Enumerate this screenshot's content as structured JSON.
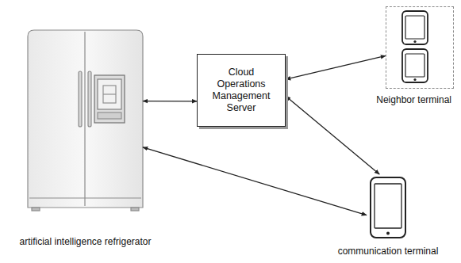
{
  "diagram": {
    "nodes": [
      {
        "text": [
          "artificial intelligence refrigerator"
        ]
      },
      {
        "text": [
          "Cloud Operations Management Server"
        ]
      },
      {
        "text": [
          "Neighbor terminal"
        ]
      },
      {
        "text": [
          "communication terminal"
        ]
      }
    ],
    "edges": [
      {
        "from": 0,
        "to": 1,
        "arrow": "both"
      },
      {
        "from": 1,
        "to": 2,
        "arrow": "both"
      },
      {
        "from": 1,
        "to": 3,
        "arrow": "both"
      },
      {
        "from": 0,
        "to": 3,
        "arrow": "both"
      }
    ]
  }
}
